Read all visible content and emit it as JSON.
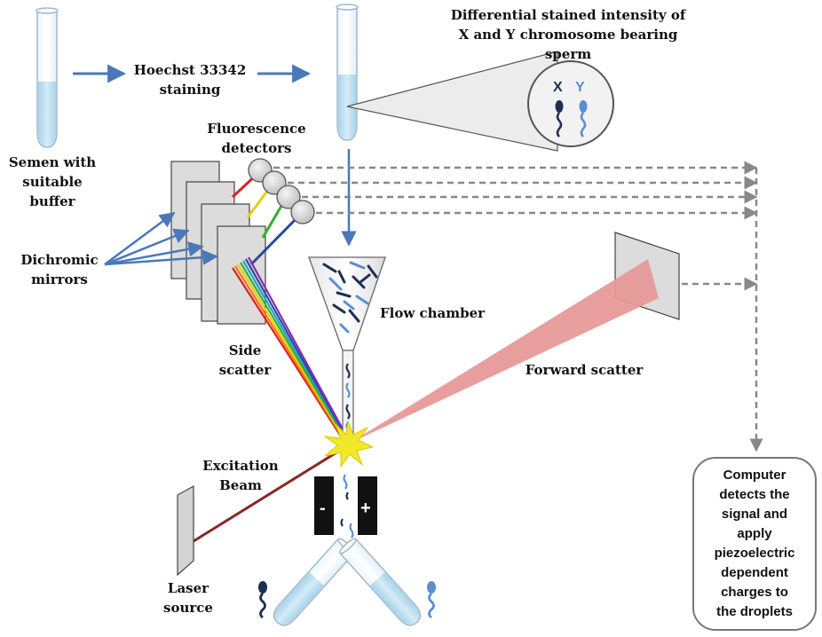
{
  "labels": {
    "semen": "Semen with\nsuitable buffer",
    "hoechst": "Hoechst 33342\nstaining",
    "differential": "Differential stained intensity of\nX and Y chromosome bearing\nsperm",
    "fluorescence": "Fluorescence\ndetectors",
    "dichromic": "Dichromic\nmirrors",
    "flow_chamber": "Flow chamber",
    "side_scatter": "Side\nscatter",
    "forward_scatter": "Forward scatter",
    "excitation": "Excitation\nBeam",
    "laser": "Laser\nsource",
    "computer": "Computer\ndetects the\nsignal and\napply\npiezoelectric\ndependent\ncharges to\nthe droplets"
  },
  "chromosomes": {
    "x": "X",
    "y": "Y"
  },
  "plates": {
    "negative": "-",
    "positive": "+"
  },
  "colors": {
    "arrow_blue": "#4a78b8",
    "light_sperm": "#5b8fd0",
    "dark_sperm": "#1b2f52",
    "laser_beam": "#8b2525",
    "forward_beam": "#e58c8c",
    "dashed": "#888888",
    "detector_fill": "#d9d9d9",
    "tube_liquid": "#bfe0f0"
  },
  "detector_wires": [
    "#e02020",
    "#e8d000",
    "#30b030",
    "#2a4a9a"
  ]
}
